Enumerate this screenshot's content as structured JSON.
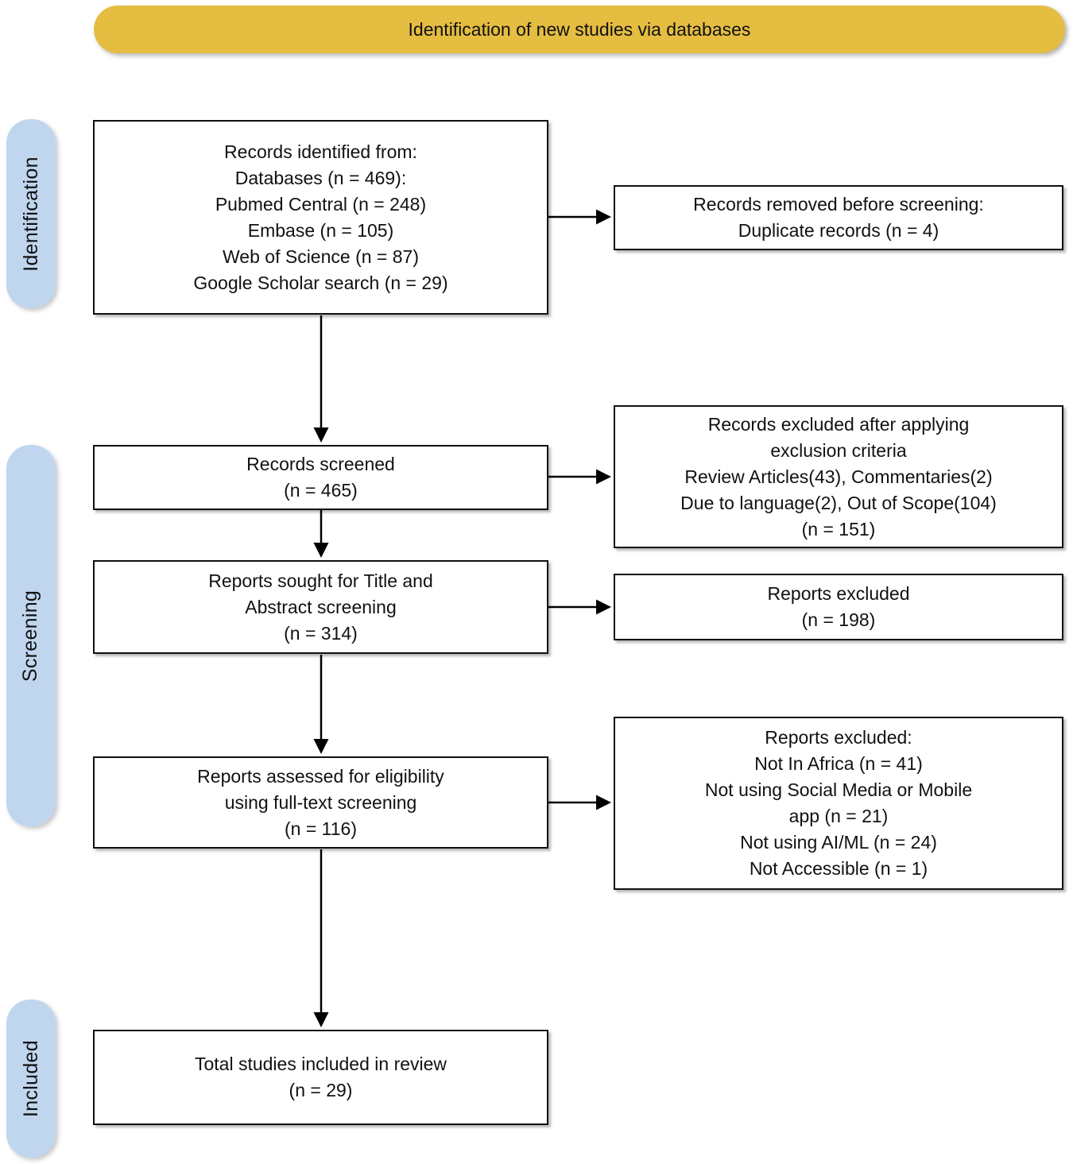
{
  "title_banner": {
    "label": "Identification of new studies via databases"
  },
  "colors": {
    "banner_bg": "#E4BD41",
    "side_label_bg": "#C0D6EF",
    "box_bg": "#FFFFFF",
    "box_border": "#111111",
    "arrow": "#000000",
    "text": "#111111"
  },
  "side_labels": {
    "identification": "Identification",
    "screening": "Screening",
    "included": "Included"
  },
  "boxes": {
    "identified": {
      "lines": [
        "Records identified from:",
        "Databases (n = 469):",
        "Pubmed Central (n = 248)",
        "Embase (n = 105)",
        "Web of Science (n = 87)",
        "Google Scholar search (n = 29)"
      ]
    },
    "screened": {
      "lines": [
        "Records screened",
        "(n = 465)"
      ]
    },
    "title_abstract": {
      "lines": [
        "Reports sought for Title and",
        "Abstract screening",
        "(n = 314)"
      ]
    },
    "full_text": {
      "lines": [
        "Reports assessed for eligibility",
        "using full-text screening",
        "(n = 116)"
      ]
    },
    "included_total": {
      "lines": [
        "Total studies included in review",
        "(n = 29)"
      ]
    },
    "removed_before_screening": {
      "lines": [
        "Records removed before screening:",
        "Duplicate records (n = 4)"
      ]
    },
    "excluded_criteria": {
      "lines": [
        "Records excluded after applying",
        "exclusion criteria",
        "Review Articles(43), Commentaries(2)",
        "Due to language(2), Out of Scope(104)",
        "(n = 151)"
      ]
    },
    "reports_excluded": {
      "lines": [
        "Reports excluded",
        "(n = 198)"
      ]
    },
    "fulltext_excluded": {
      "lines": [
        "Reports excluded:",
        "Not In Africa (n = 41)",
        "Not using Social Media or Mobile",
        "app (n = 21)",
        "Not using AI/ML (n = 24)",
        "Not Accessible (n = 1)"
      ]
    }
  }
}
